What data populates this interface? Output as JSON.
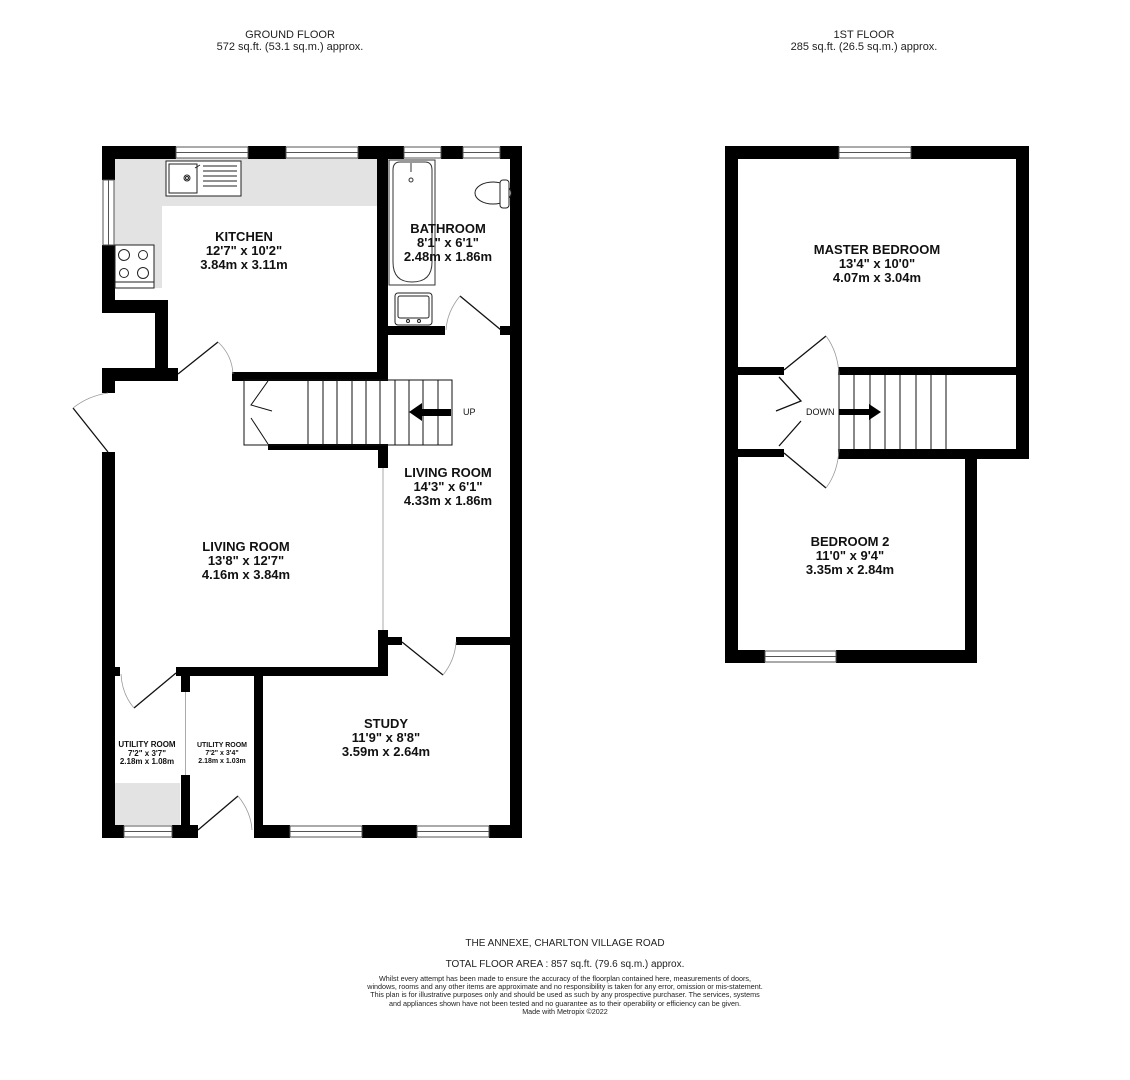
{
  "floors": [
    {
      "id": "ground",
      "title": "GROUND FLOOR",
      "area": "572 sq.ft. (53.1 sq.m.) approx.",
      "rooms": [
        {
          "name": "KITCHEN",
          "imperial": "12'7\"  x 10'2\"",
          "metric": "3.84m  x 3.11m"
        },
        {
          "name": "BATHROOM",
          "imperial": "8'1\"  x 6'1\"",
          "metric": "2.48m  x 1.86m"
        },
        {
          "name": "LIVING ROOM",
          "imperial": "14'3\"  x 6'1\"",
          "metric": "4.33m  x 1.86m"
        },
        {
          "name": "LIVING ROOM",
          "imperial": "13'8\"  x 12'7\"",
          "metric": "4.16m  x 3.84m"
        },
        {
          "name": "UTILITY ROOM",
          "imperial": "7'2\"  x 3'7\"",
          "metric": "2.18m  x 1.08m"
        },
        {
          "name": "UTILITY ROOM",
          "imperial": "7'2\"  x 3'4\"",
          "metric": "2.18m  x 1.03m"
        },
        {
          "name": "STUDY",
          "imperial": "11'9\"  x 8'8\"",
          "metric": "3.59m  x 2.64m"
        }
      ],
      "stairs_label": "UP"
    },
    {
      "id": "first",
      "title": "1ST FLOOR",
      "area": "285 sq.ft. (26.5 sq.m.) approx.",
      "rooms": [
        {
          "name": "MASTER BEDROOM",
          "imperial": "13'4\"  x 10'0\"",
          "metric": "4.07m  x 3.04m"
        },
        {
          "name": "BEDROOM 2",
          "imperial": "11'0\"  x 9'4\"",
          "metric": "3.35m  x 2.84m"
        }
      ],
      "stairs_label": "DOWN"
    }
  ],
  "footer": {
    "address": "THE ANNEXE, CHARLTON VILLAGE ROAD",
    "total_area": "TOTAL FLOOR AREA : 857 sq.ft. (79.6 sq.m.) approx.",
    "disclaimer": "Whilst every attempt has been made to ensure the accuracy of the floorplan contained here, measurements of doors, windows, rooms and any other items are approximate and no responsibility is taken for any error, omission or mis-statement. This plan is for illustrative purposes only and should be used as such by any prospective purchaser. The services, systems and appliances shown have not been tested and no guarantee as to their operability or efficiency can be given.",
    "credit": "Made with Metropix ©2022"
  },
  "colors": {
    "wall": "#000000",
    "counter": "#e3e3e3",
    "background": "#ffffff"
  }
}
